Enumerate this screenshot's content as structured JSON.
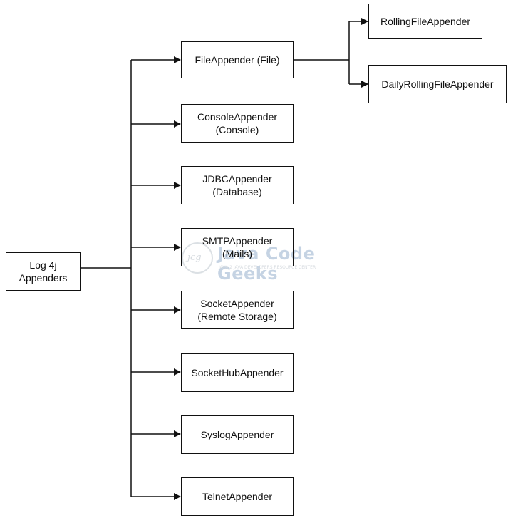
{
  "root": {
    "label": "Log 4j\nAppenders"
  },
  "appenders": [
    {
      "label": "FileAppender (File)"
    },
    {
      "label": "ConsoleAppender\n(Console)"
    },
    {
      "label": "JDBCAppender\n(Database)"
    },
    {
      "label": "SMTPAppender\n(Mails)"
    },
    {
      "label": "SocketAppender\n(Remote Storage)"
    },
    {
      "label": "SocketHubAppender"
    },
    {
      "label": "SyslogAppender"
    },
    {
      "label": "TelnetAppender"
    }
  ],
  "file_appender_children": [
    {
      "label": "RollingFileAppender"
    },
    {
      "label": "DailyRollingFileAppender"
    }
  ],
  "watermark": {
    "name": "Java Code Geeks",
    "logo_text": "jcg",
    "tagline": "JAVA 2 JAVA DEVELOPERS RESOURCE CENTER"
  },
  "colors": {
    "line": "#111111",
    "watermark_blue": "#5b84b1"
  }
}
